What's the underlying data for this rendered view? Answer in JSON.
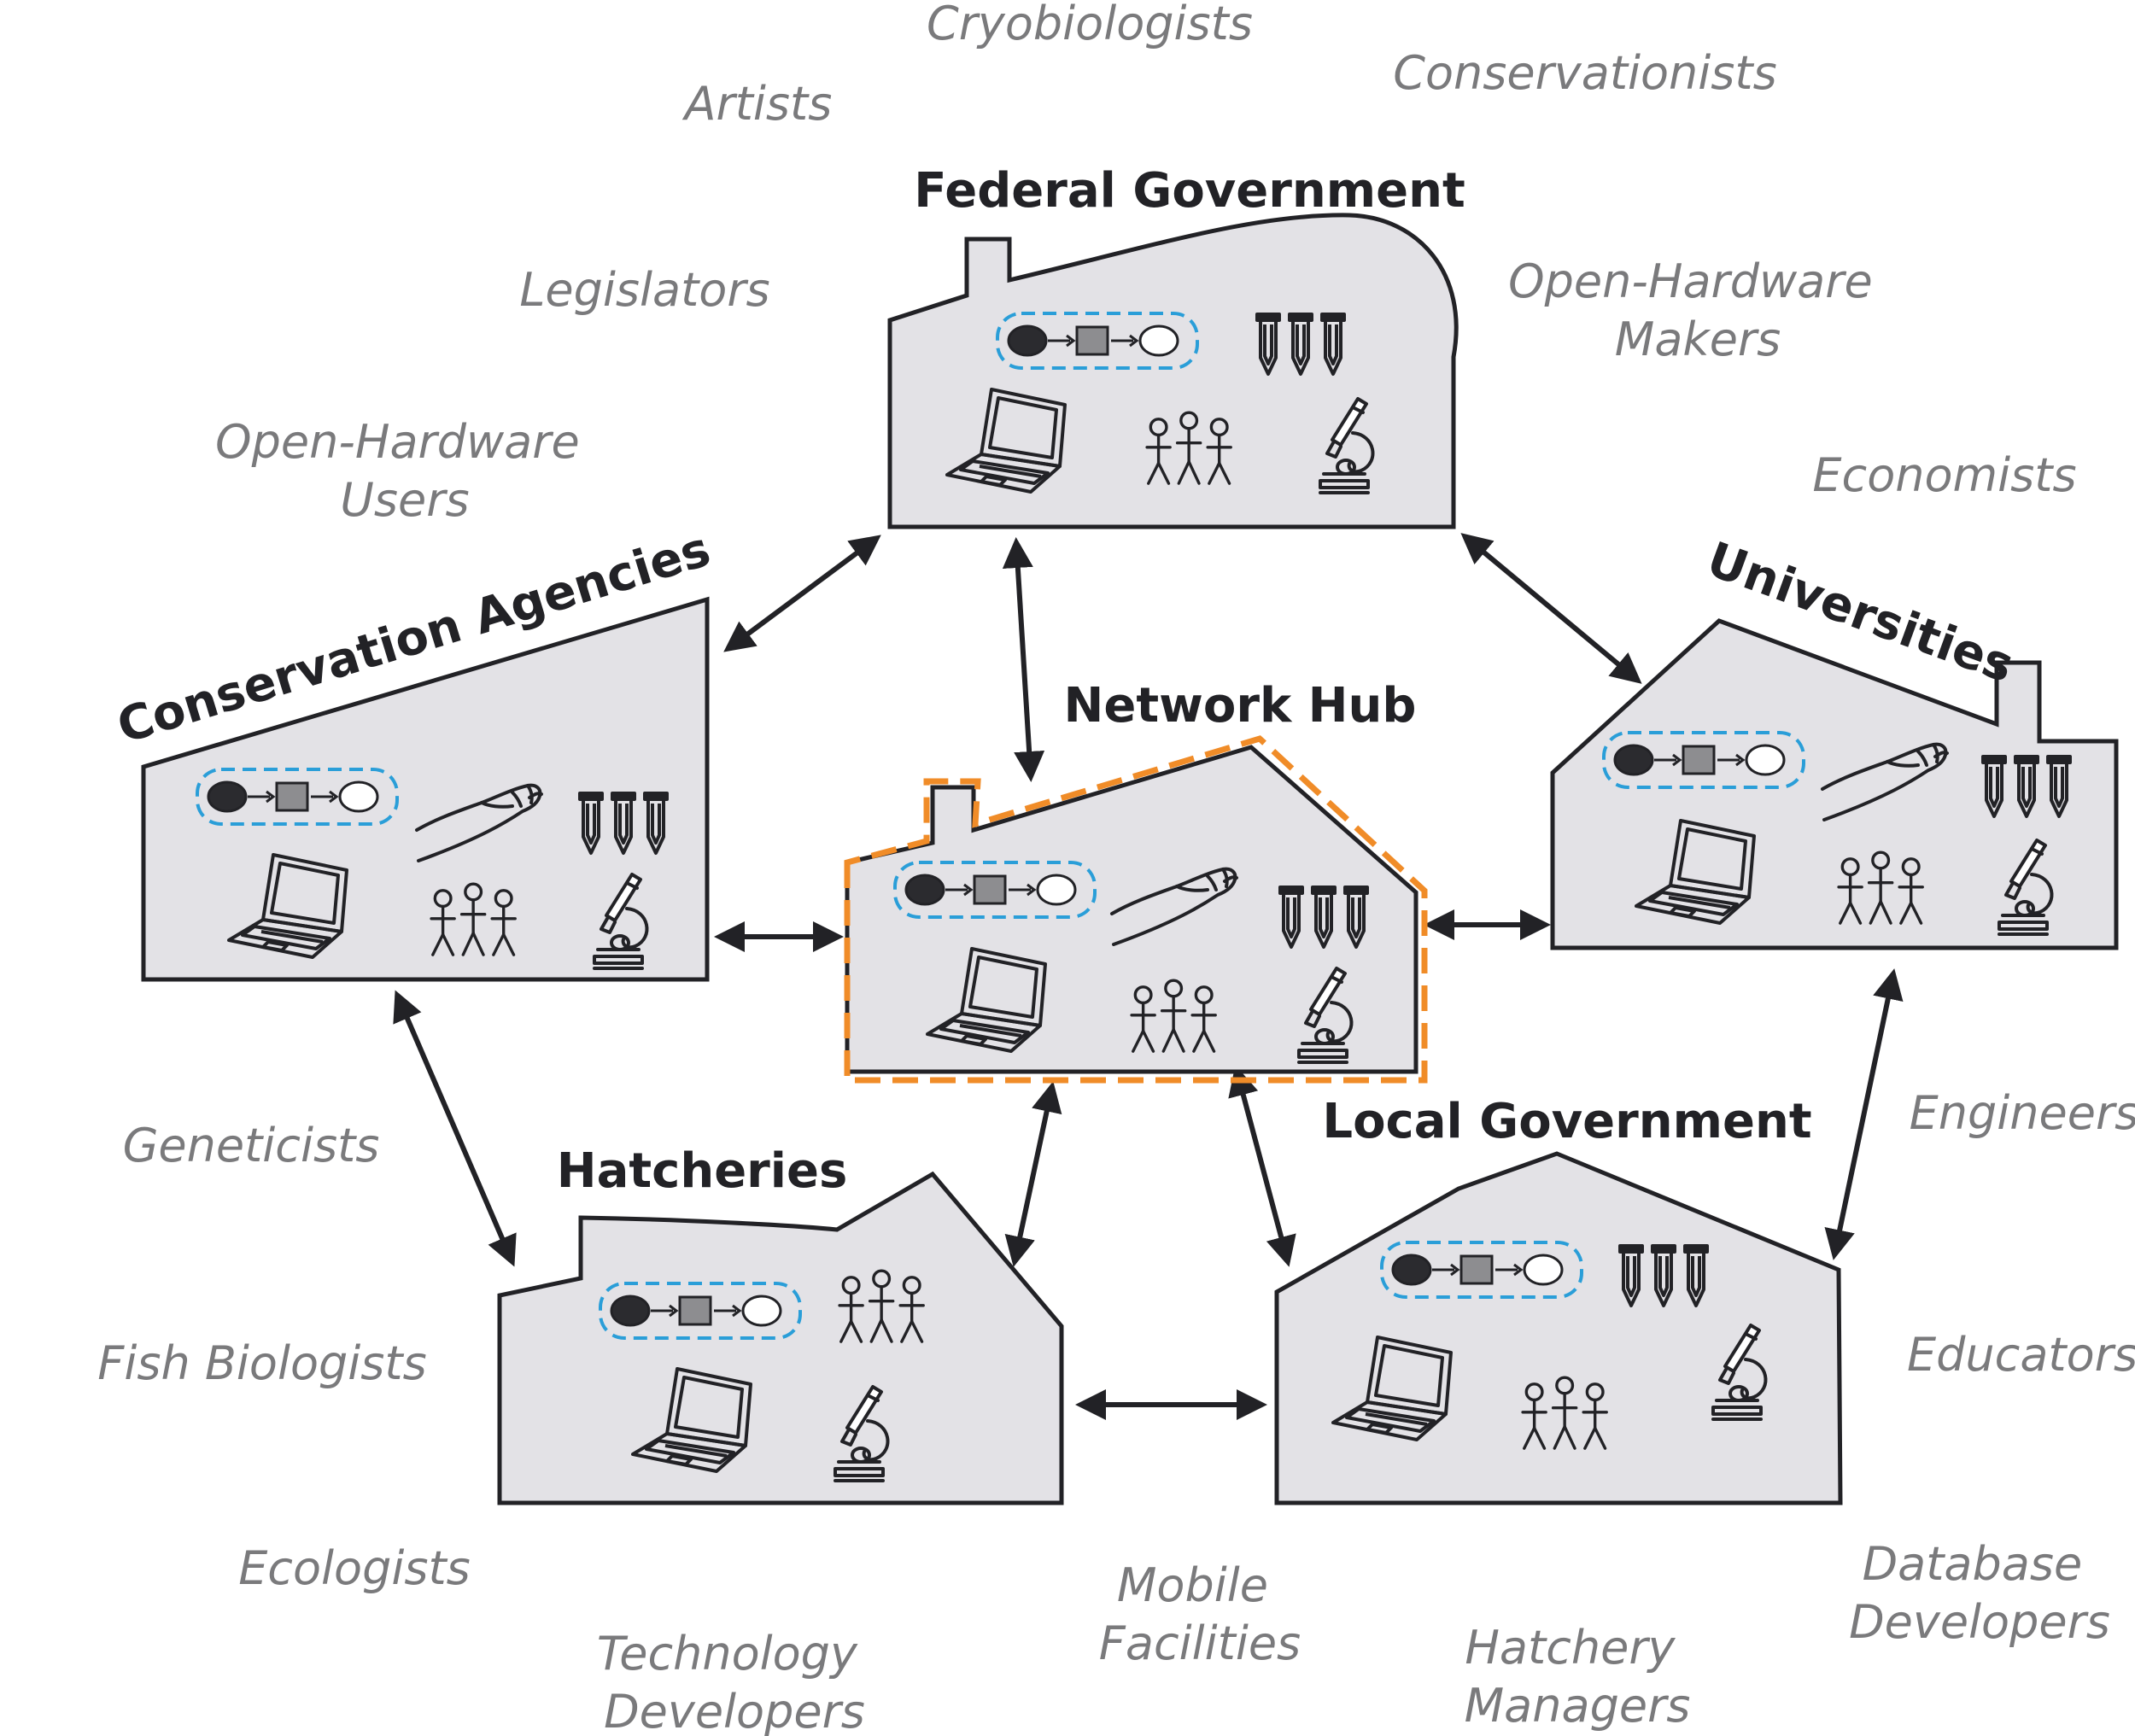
{
  "colors": {
    "building_fill": "#e3e2e6",
    "outline": "#222226",
    "role_text": "#7a7a7c",
    "hub_highlight": "#f08c28",
    "workflow_outline": "#2a9ed8"
  },
  "facilities": {
    "federal_government": "Federal Government",
    "conservation_agencies": "Conservation Agencies",
    "network_hub": "Network Hub",
    "universities": "Universities",
    "hatcheries": "Hatcheries",
    "local_government": "Local Government"
  },
  "roles": {
    "cryobiologists": "Cryobiologists",
    "conservationists": "Conservationists",
    "artists": "Artists",
    "legislators": "Legislators",
    "open_hardware_makers": [
      "Open-Hardware",
      "Makers"
    ],
    "open_hardware_users": [
      "Open-Hardware",
      "Users"
    ],
    "economists": "Economists",
    "geneticists": "Geneticists",
    "engineers": "Engineers",
    "fish_biologists": "Fish Biologists",
    "educators": "Educators",
    "ecologists": "Ecologists",
    "mobile_facilities": [
      "Mobile",
      "Facilities"
    ],
    "database_developers": [
      "Database",
      "Developers"
    ],
    "technology_developers": [
      "Technology",
      "Developers"
    ],
    "hatchery_managers": [
      "Hatchery",
      "Managers"
    ]
  },
  "icons": [
    "workflow-icon",
    "freezing-straws-icon",
    "laptop-icon",
    "people-icon",
    "microscope-icon",
    "hand-icon"
  ]
}
